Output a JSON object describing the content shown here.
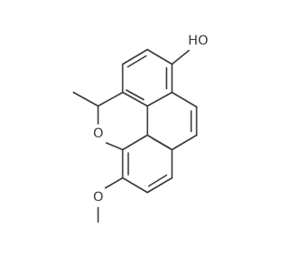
{
  "molecule": {
    "labels": {
      "hydroxyl": "HO",
      "ring_oxygen": "O",
      "methoxy_oxygen": "O"
    }
  }
}
